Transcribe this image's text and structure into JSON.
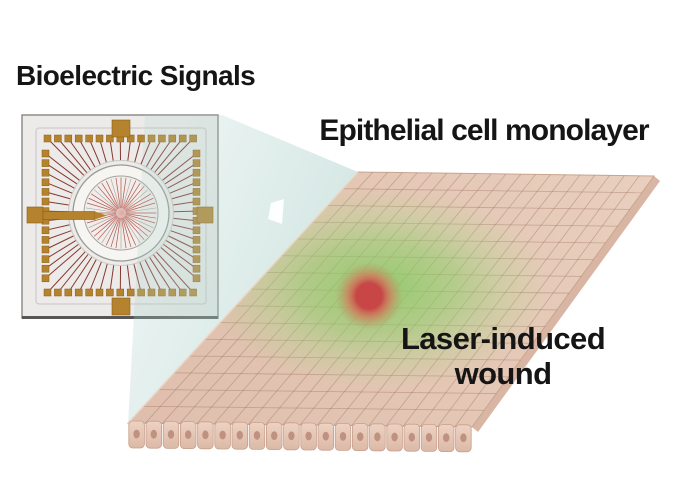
{
  "labels": {
    "bioelectric_signals": "Bioelectric Signals",
    "epithelial_monolayer": "Epithelial cell monolayer",
    "laser_wound_line1": "Laser-induced",
    "laser_wound_line2": "wound"
  },
  "colors": {
    "background": "#ffffff",
    "text": "#151515",
    "chip_body": "#ecebe9",
    "chip_border": "#8d8d8a",
    "chip_shadow": "#565656",
    "pad_gold": "#b5832e",
    "pad_edge": "#8a5f17",
    "trace_red": "#7d2a1f",
    "inner_fan_red": "#a23b30",
    "inner_fan_gray": "#9aa59c",
    "well_ring_fill": "#f6f5f2",
    "well_ring_stroke": "#9a9a96",
    "beam_teal": "#a9cfc8",
    "sheet_tan": "#e3c5b3",
    "grid_line": "#9a6b58",
    "glow_green": "#84cc60",
    "wound_core": "#c84646",
    "wound_ring": "#cd6c57",
    "wound_halo": "#bb9a66",
    "cell_face_light": "#eed2c2",
    "cell_face_dark": "#dcb9a7",
    "cell_edge": "#c79f8c",
    "nucleus": "#bf9181",
    "side_wall": "#d9b6a4"
  },
  "diagram": {
    "chip": {
      "pads_per_row": 15,
      "pads_per_column": 14
    },
    "monolayer": {
      "columns": 20,
      "rows": 15,
      "front_cells": 20
    }
  }
}
